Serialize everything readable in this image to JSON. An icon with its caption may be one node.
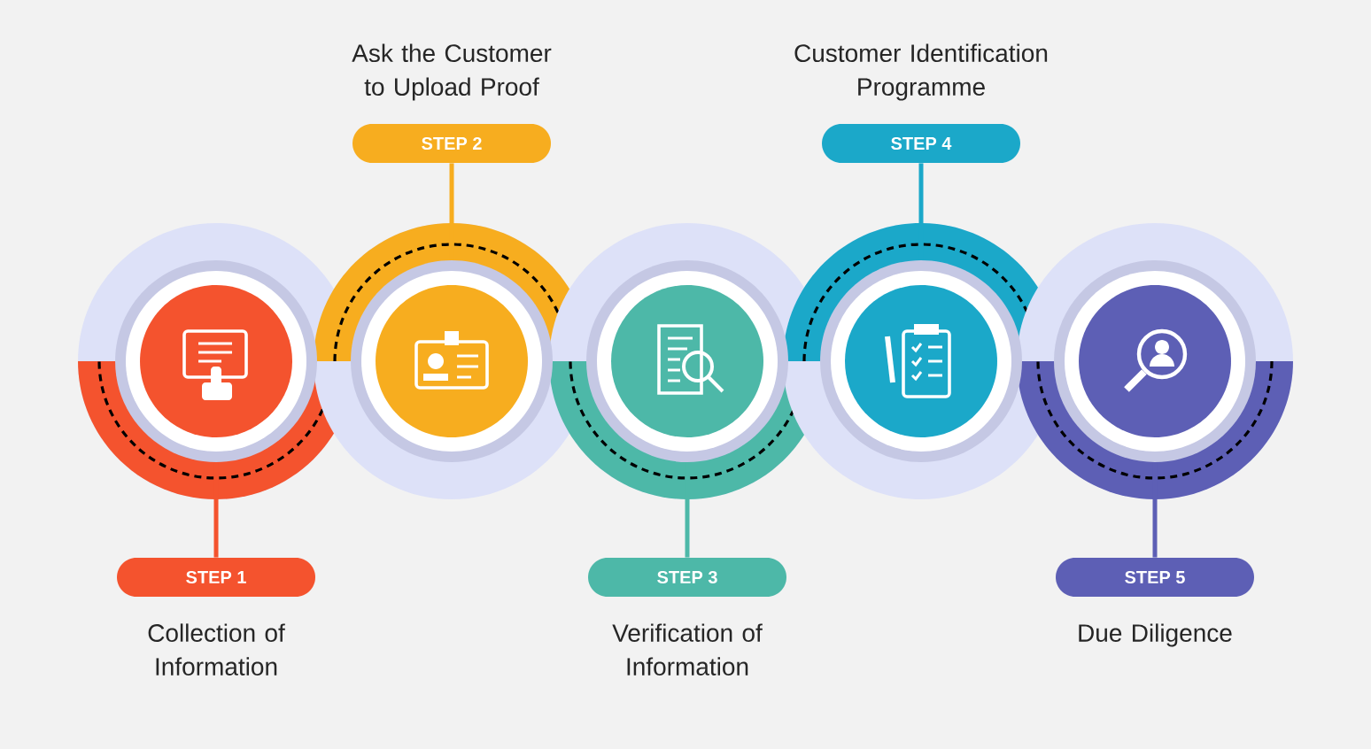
{
  "diagram": {
    "nodes": [
      {
        "text": [],
        "shape": "circle"
      },
      {
        "text": [],
        "shape": "circle"
      },
      {
        "text": [],
        "shape": "circle"
      },
      {
        "text": [],
        "shape": "circle"
      },
      {
        "text": [],
        "shape": "circle"
      },
      {
        "text": [
          "STEP 1"
        ],
        "beside": [
          "Collection of Information"
        ]
      },
      {
        "text": [
          "STEP 2"
        ],
        "beside": [
          "Ask the Customer to Upload Proof"
        ]
      },
      {
        "text": [
          "STEP 3"
        ],
        "beside": [
          "Verification of Information"
        ]
      },
      {
        "text": [
          "STEP 4"
        ],
        "beside": [
          "Customer Identification Programme"
        ]
      },
      {
        "text": [
          "STEP 5"
        ],
        "beside": [
          "Due Diligence"
        ]
      }
    ],
    "edges": [
      {
        "from": 5,
        "to": 0,
        "arrow": "none",
        "color": "#f4532e"
      },
      {
        "from": 6,
        "to": 1,
        "arrow": "none",
        "color": "#f7ad1f"
      },
      {
        "from": 7,
        "to": 2,
        "arrow": "none",
        "color": "#4db8a8"
      },
      {
        "from": 8,
        "to": 3,
        "arrow": "none",
        "color": "#1ba8c9"
      },
      {
        "from": 9,
        "to": 4,
        "arrow": "none",
        "color": "#5d5fb5"
      }
    ]
  }
}
